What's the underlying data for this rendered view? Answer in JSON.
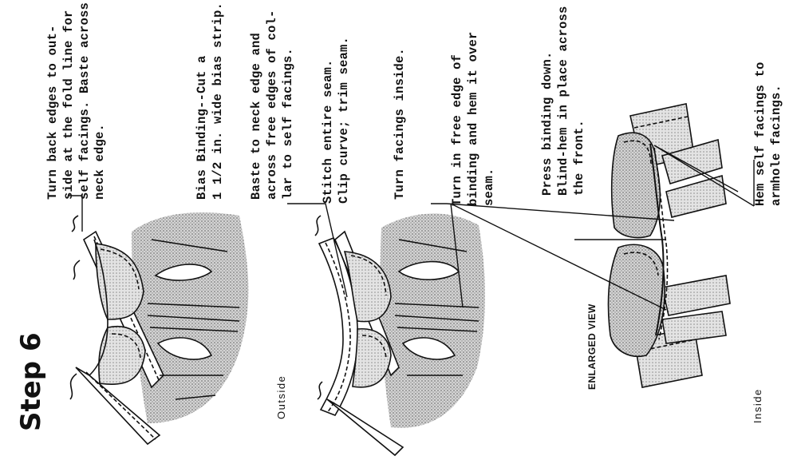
{
  "title": "Step 6",
  "instructions": {
    "turn_back": [
      "Turn back edges to out-",
      "side at the fold line for",
      "self facings. Baste across",
      "neck edge."
    ],
    "bias_binding": [
      "Bias Binding--Cut a",
      "1 1/2 in. wide bias strip."
    ],
    "baste_neck": [
      "Baste to neck edge and",
      "across free edges of col-",
      "lar to self facings."
    ],
    "stitch_seam": [
      "Stitch entire seam.",
      "Clip curve; trim seam."
    ],
    "turn_facings": [
      "Turn facings inside."
    ],
    "turn_free_edge": [
      "Turn in free edge of",
      "binding and hem it over",
      "seam."
    ],
    "press_binding": [
      "Press binding down.",
      "Blind-hem in place across",
      "the front."
    ],
    "hem_self": [
      "Hem self facings to",
      "armhole facings."
    ]
  },
  "labels": {
    "outside": "Outside",
    "enlarged_view": "ENLARGED VIEW",
    "inside": "Inside"
  },
  "colors": {
    "ink": "#111111",
    "shade": "#bdbdbd",
    "paper": "#ffffff"
  }
}
